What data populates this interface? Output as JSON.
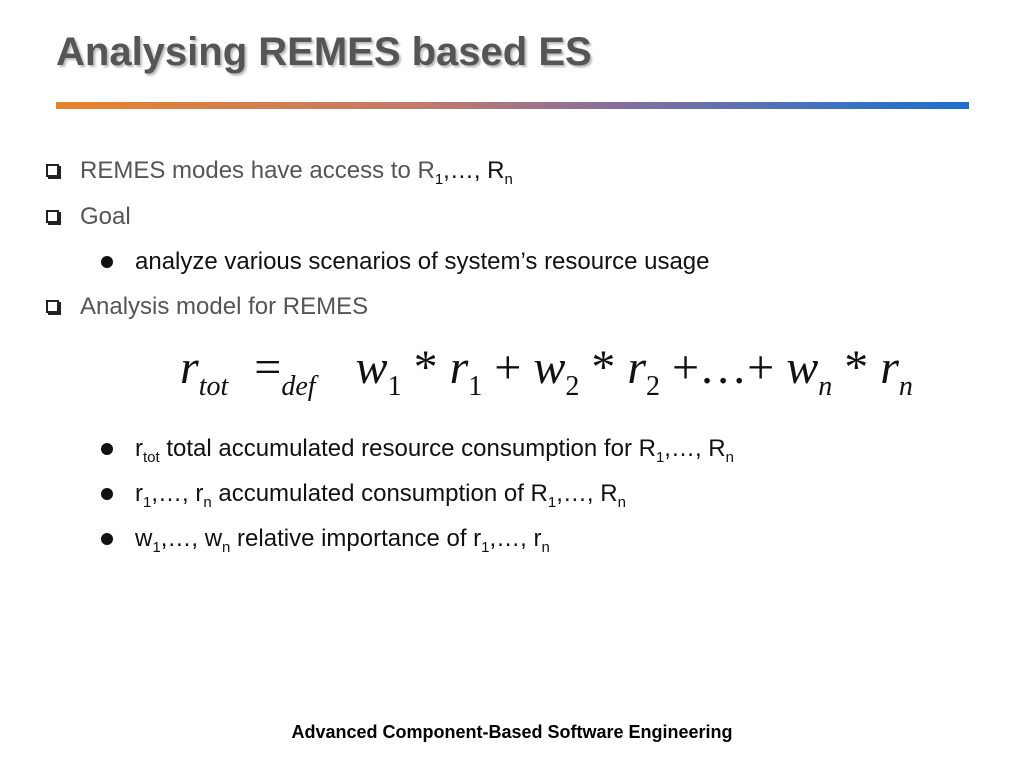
{
  "slide": {
    "title": "Analysing REMES based ES",
    "footer": "Advanced Component-Based Software Engineering"
  },
  "bullets": {
    "b1": {
      "text": "REMES modes have access to R",
      "s1": "1",
      "mid": ",…, R",
      "s2": "n"
    },
    "b2": {
      "text": "Goal"
    },
    "b2_sub": {
      "text": "analyze various scenarios of system’s resource usage"
    },
    "b3": {
      "text": "Analysis model for REMES"
    }
  },
  "formula": {
    "lhs": "r",
    "lhs_sub": "tot",
    "eq": "=",
    "eq_sub": "def",
    "w": "w",
    "r": "r",
    "times": "*",
    "plus": "+",
    "dots": "…",
    "i1": "1",
    "i2": "2",
    "in": "n"
  },
  "defs": {
    "d1": {
      "v": "r",
      "vs": "tot",
      "text": " total accumulated resource consumption for R",
      "s1": "1",
      "mid": ",…, R",
      "s2": "n"
    },
    "d2": {
      "v": "r",
      "vs": "1",
      "mid1": ",…, r",
      "vs2": "n",
      "text": " accumulated consumption of R",
      "s1": "1",
      "mid": ",…, R",
      "s2": "n"
    },
    "d3": {
      "v": "w",
      "vs": "1",
      "mid1": ",…, w",
      "vs2": "n",
      "text": " relative importance of r",
      "s1": "1",
      "mid": ",…, r",
      "s2": "n"
    }
  }
}
